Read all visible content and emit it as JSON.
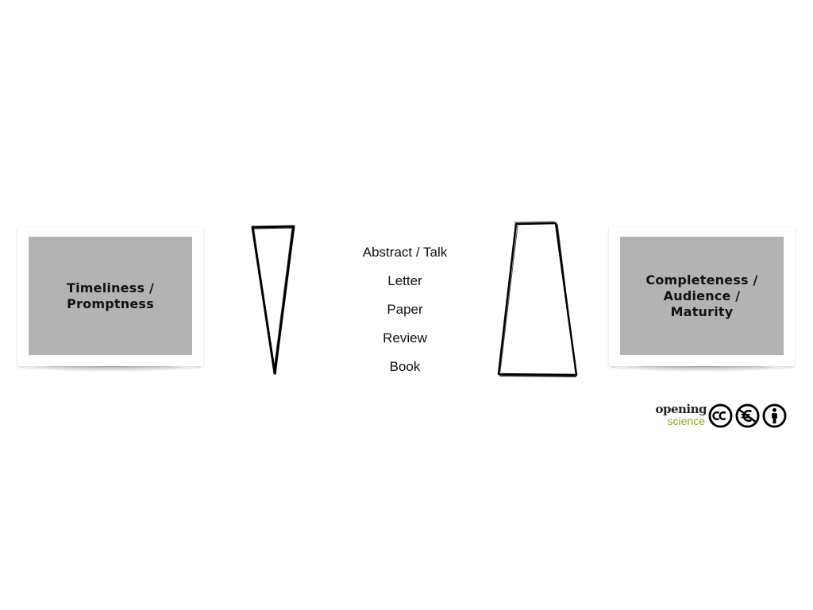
{
  "left_card": {
    "lines": [
      "Timeliness /",
      "Promptness"
    ]
  },
  "right_card": {
    "lines": [
      "Completeness /",
      "Audience /",
      "Maturity"
    ]
  },
  "center_list": [
    "Abstract / Talk",
    "Letter",
    "Paper",
    "Review",
    "Book"
  ],
  "footer": {
    "brand_line1": "opening",
    "brand_line2": "science",
    "license_icons": [
      "cc-icon",
      "noncommercial-euro-icon",
      "attribution-icon"
    ]
  },
  "colors": {
    "card_fill": "#b3b3b3",
    "brand_green": "#8dab1f",
    "ink": "#111111"
  }
}
